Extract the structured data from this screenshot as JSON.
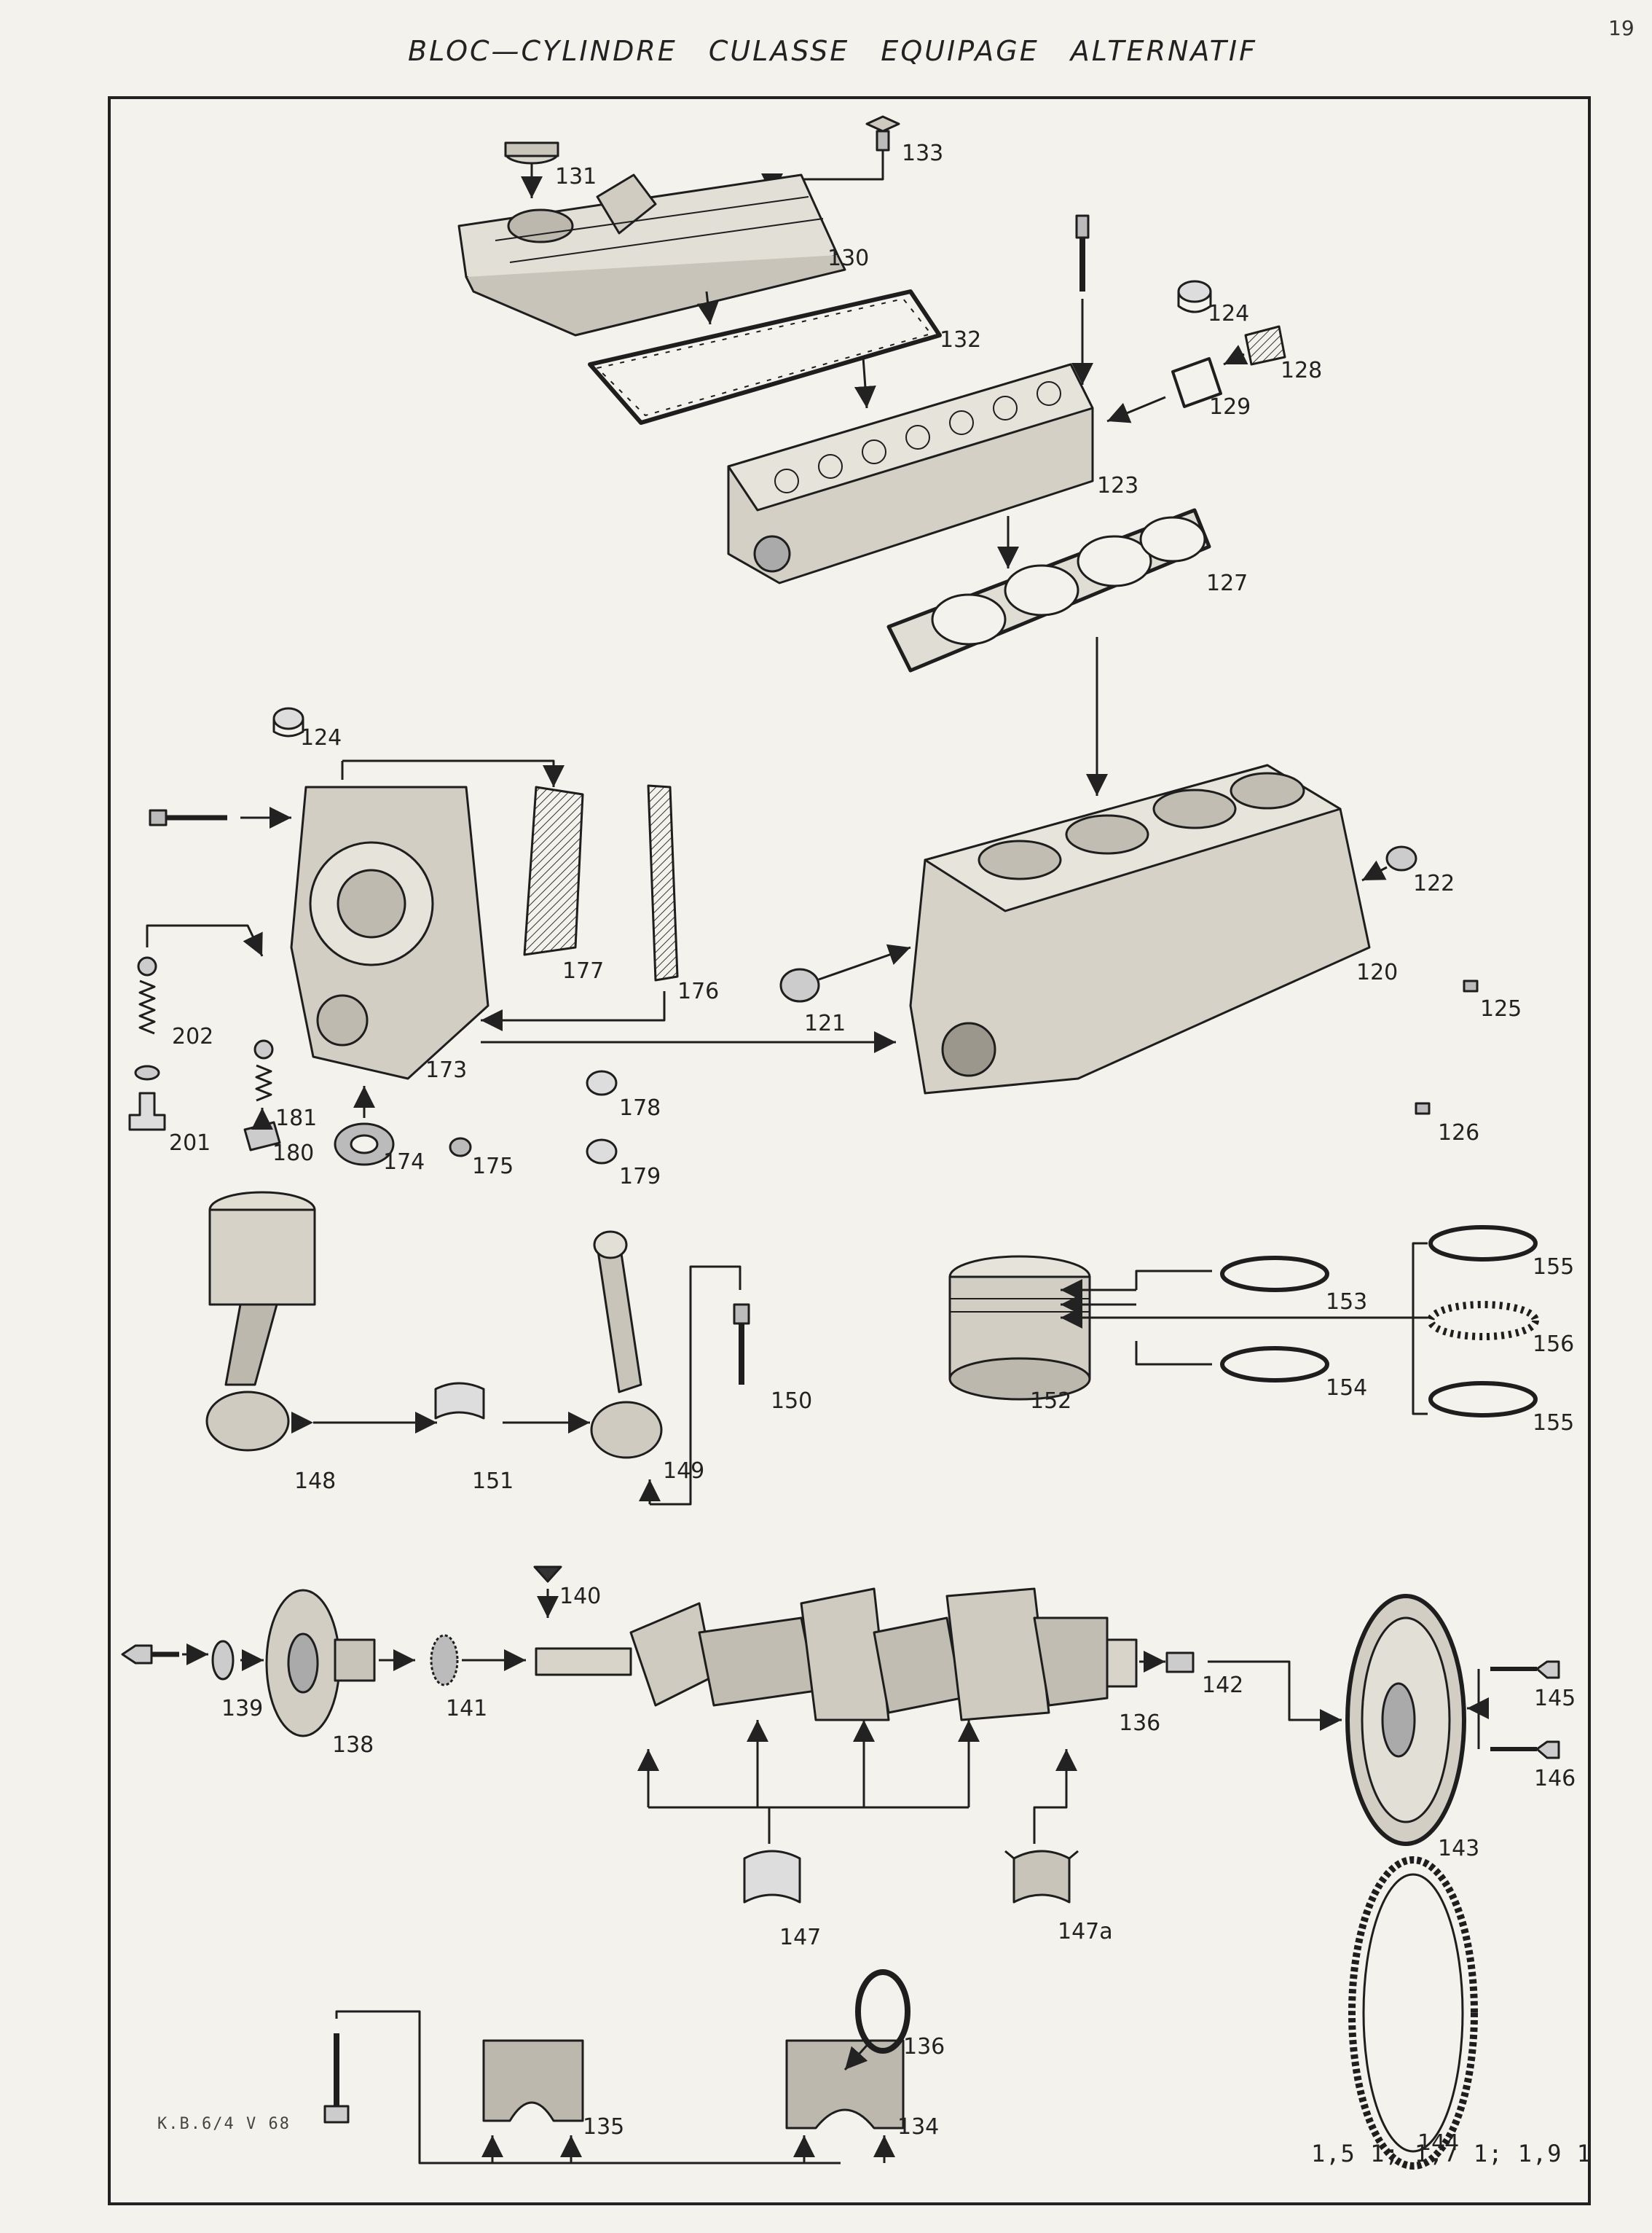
{
  "header": {
    "title": "BLOC—CYLINDRE   CULASSE   EQUIPAGE ALTERNATIF",
    "page_number": "19"
  },
  "footer": {
    "reference_code": "K.B.6/4 V 68",
    "engine_sizes": "1,5 1; 1,7 1; 1,9 1"
  },
  "parts": {
    "p131": "131",
    "p133": "133",
    "p130": "130",
    "p132": "132",
    "p124a": "124",
    "p128": "128",
    "p129": "129",
    "p123": "123",
    "p127": "127",
    "p124b": "124",
    "p177": "177",
    "p176": "176",
    "p122": "122",
    "p120": "120",
    "p121": "121",
    "p125": "125",
    "p202": "202",
    "p173": "173",
    "p178": "178",
    "p181": "181",
    "p201": "201",
    "p180": "180",
    "p174": "174",
    "p175": "175",
    "p179": "179",
    "p126": "126",
    "p150": "150",
    "p148": "148",
    "p151": "151",
    "p149": "149",
    "p153": "153",
    "p155a": "155",
    "p156": "156",
    "p152": "152",
    "p154": "154",
    "p155b": "155",
    "p140": "140",
    "p139": "139",
    "p141": "141",
    "p138": "138",
    "p142": "142",
    "p136a": "136",
    "p145": "145",
    "p146": "146",
    "p143": "143",
    "p147": "147",
    "p147a": "147a",
    "p136b": "136",
    "p135": "135",
    "p134": "134",
    "p144": "144"
  }
}
